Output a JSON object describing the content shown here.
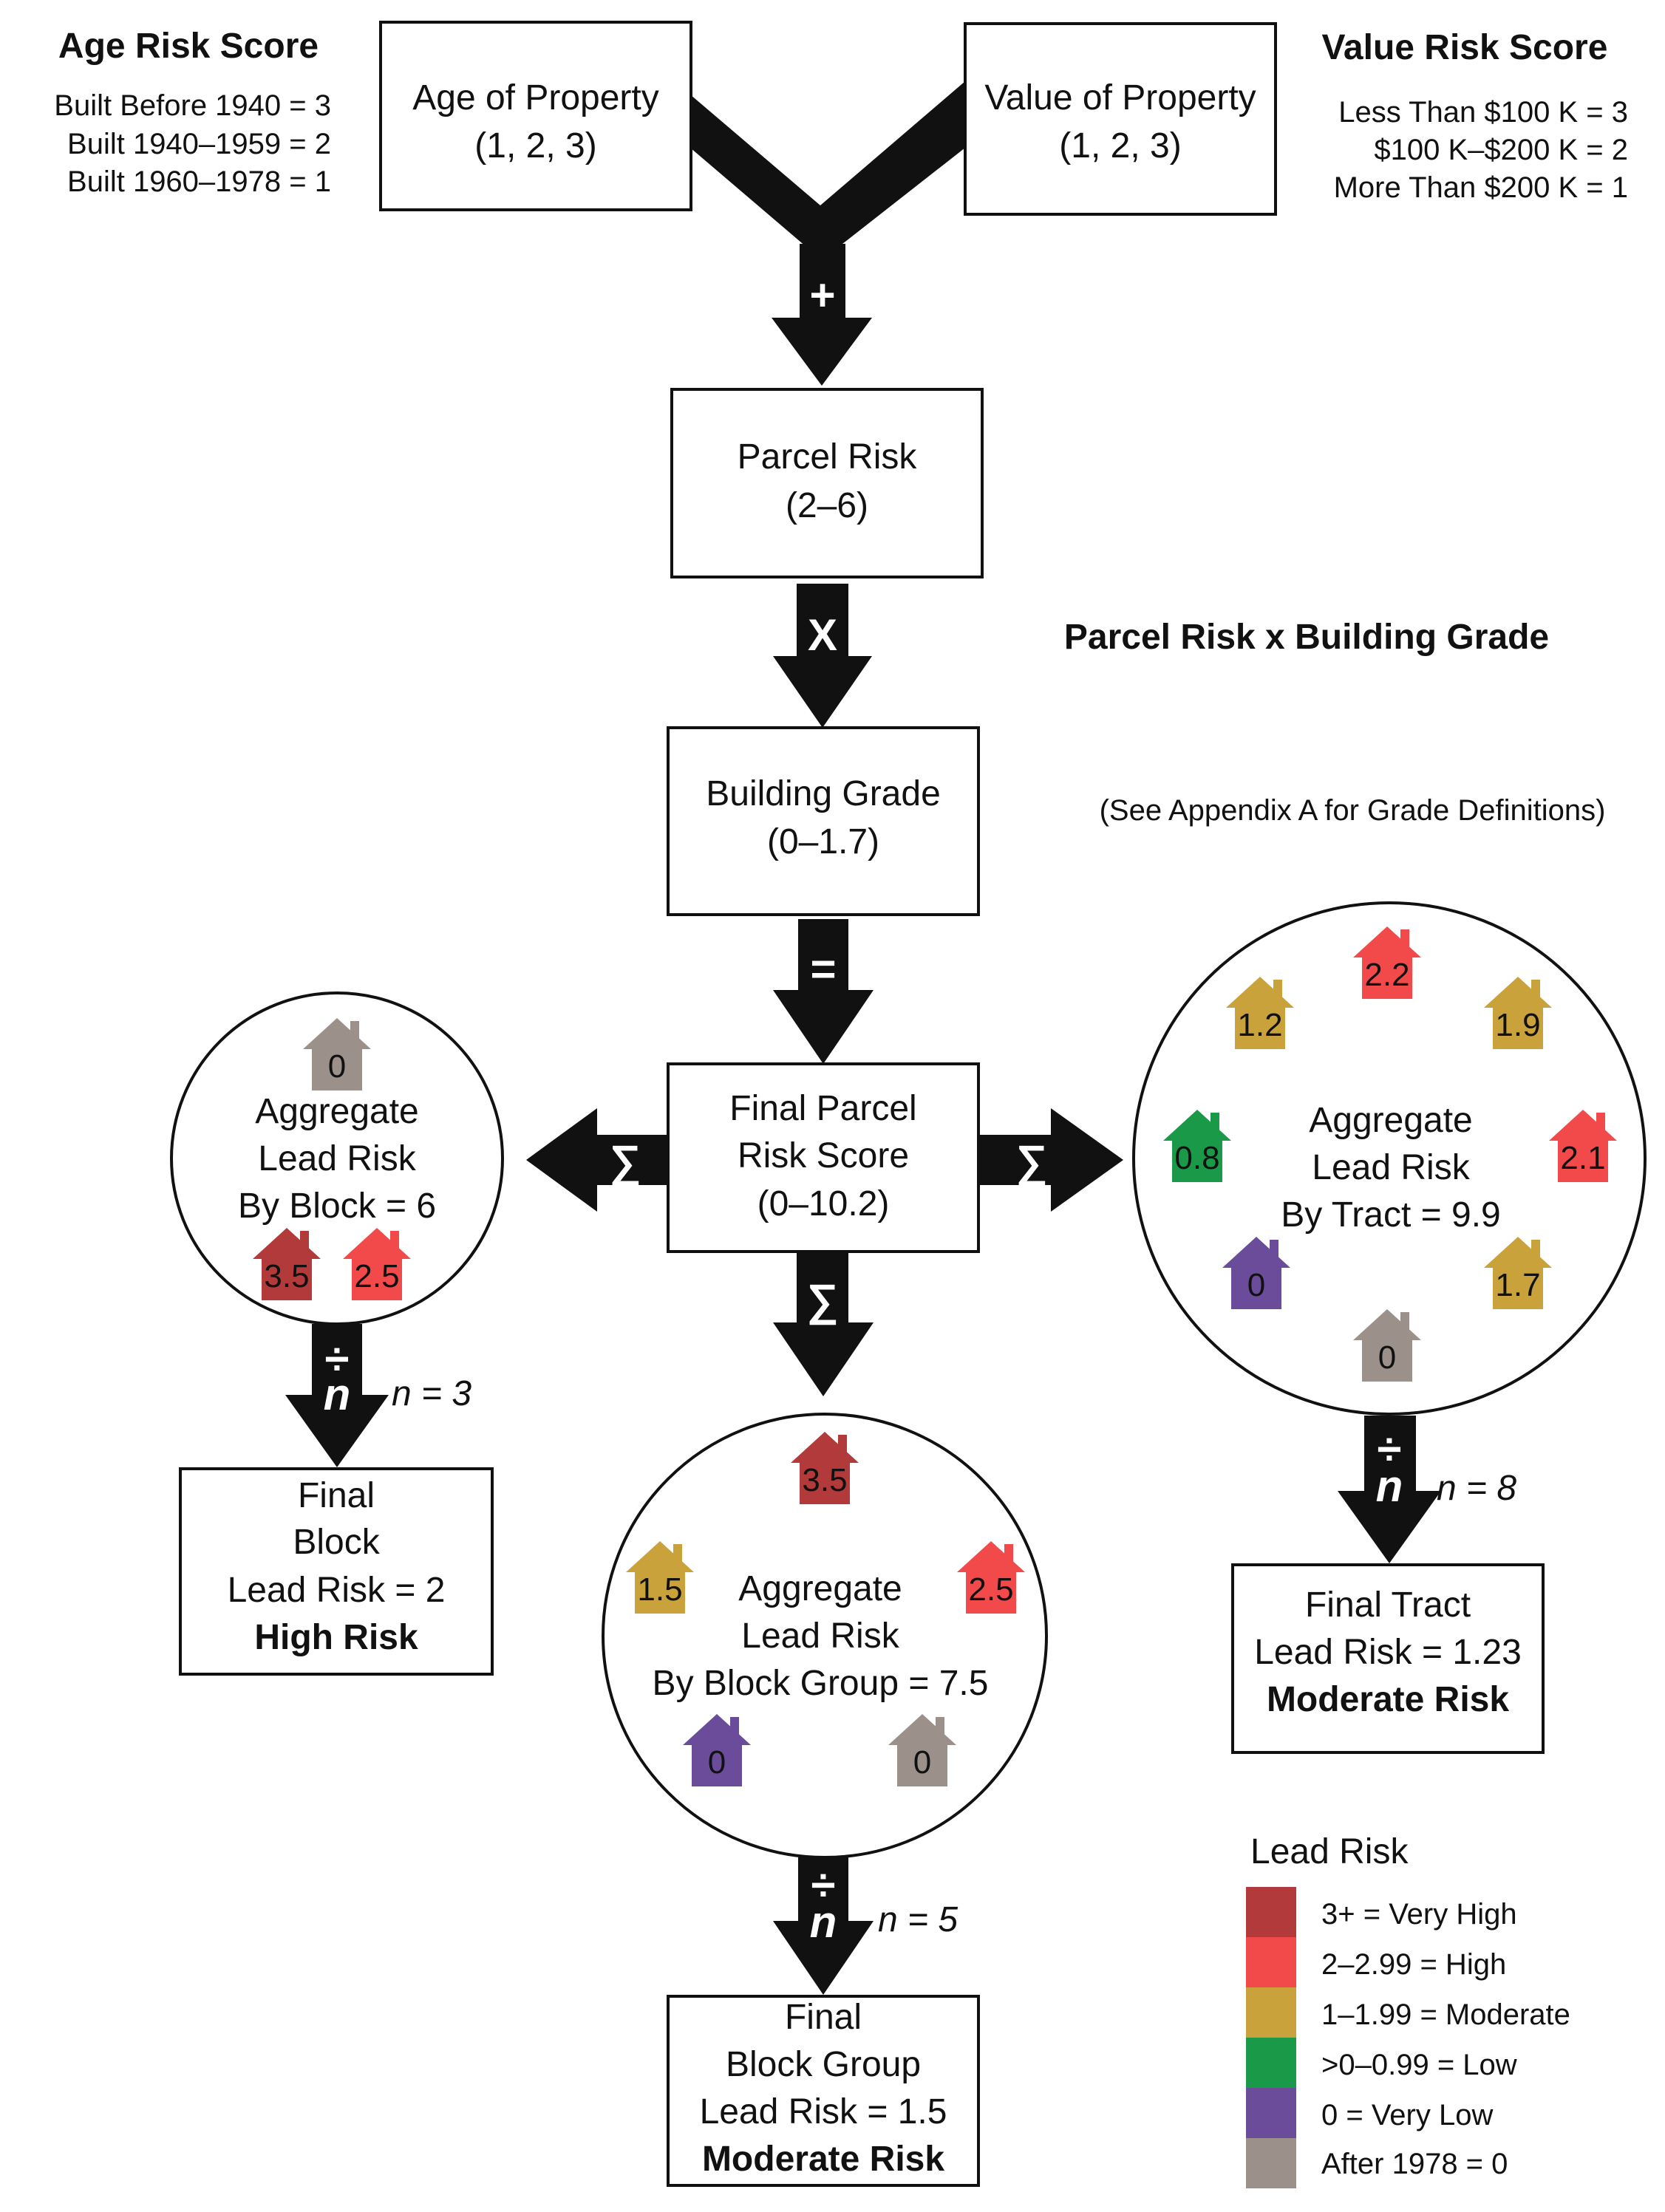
{
  "age_score": {
    "title": "Age Risk Score",
    "lines": [
      "Built Before 1940 = 3",
      "Built 1940–1959 = 2",
      "Built 1960–1978 = 1"
    ]
  },
  "value_score": {
    "title": "Value Risk Score",
    "lines": [
      "Less Than $100 K = 3",
      "$100 K–$200 K = 2",
      "More Than $200 K = 1"
    ]
  },
  "boxes": {
    "age": [
      "Age of Property",
      "(1, 2, 3)"
    ],
    "value": [
      "Value of Property",
      "(1, 2, 3)"
    ],
    "parcel": [
      "Parcel Risk",
      "(2–6)"
    ],
    "grade": [
      "Building Grade",
      "(0–1.7)"
    ],
    "final_parcel": [
      "Final Parcel",
      "Risk Score",
      "(0–10.2)"
    ]
  },
  "operators": {
    "plus": "+",
    "times": "X",
    "equals": "=",
    "sum": "∑",
    "divide": "÷",
    "n": "n"
  },
  "notes": {
    "parcel_x_grade": "Parcel Risk x Building Grade",
    "appendix": "(See Appendix A for Grade Definitions)"
  },
  "block": {
    "circle_lines": [
      "Aggregate",
      "Lead Risk",
      "By Block = 6"
    ],
    "houses": [
      "0",
      "3.5",
      "2.5"
    ],
    "n_label": "n = 3",
    "final_lines": [
      "Final",
      "Block",
      "Lead Risk = 2"
    ],
    "risk_label": "High Risk",
    "risk_color": "#F24A4A"
  },
  "block_group": {
    "circle_lines": [
      "Aggregate",
      "Lead Risk",
      "By Block Group = 7.5"
    ],
    "houses": [
      "3.5",
      "1.5",
      "2.5",
      "0",
      "0"
    ],
    "n_label": "n = 5",
    "final_lines": [
      "Final",
      "Block Group",
      "Lead Risk = 1.5"
    ],
    "risk_label": "Moderate Risk",
    "risk_color": "#C9A23C"
  },
  "tract": {
    "circle_lines": [
      "Aggregate",
      "Lead Risk",
      "By Tract = 9.9"
    ],
    "houses": [
      "2.2",
      "1.2",
      "1.9",
      "0.8",
      "2.1",
      "0",
      "1.7",
      "0"
    ],
    "n_label": "n = 8",
    "final_lines": [
      "Final Tract",
      "Lead Risk = 1.23"
    ],
    "risk_label": "Moderate Risk",
    "risk_color": "#C9A23C"
  },
  "legend": {
    "title": "Lead Risk",
    "items": [
      {
        "label": "3+ = Very High",
        "color": "#B23A3A"
      },
      {
        "label": "2–2.99 = High",
        "color": "#F24A4A"
      },
      {
        "label": "1–1.99 = Moderate",
        "color": "#C9A23C"
      },
      {
        "label": ">0–0.99 = Low",
        "color": "#1A9A48"
      },
      {
        "label": "0 = Very Low",
        "color": "#6B4C9A"
      },
      {
        "label": "After 1978 = 0",
        "color": "#9C908A"
      }
    ]
  },
  "colors": {
    "very_high": "#B23A3A",
    "high": "#F24A4A",
    "moderate": "#C9A23C",
    "low": "#1A9A48",
    "very_low": "#6B4C9A",
    "after_1978": "#9C908A",
    "arrow": "#111111"
  }
}
